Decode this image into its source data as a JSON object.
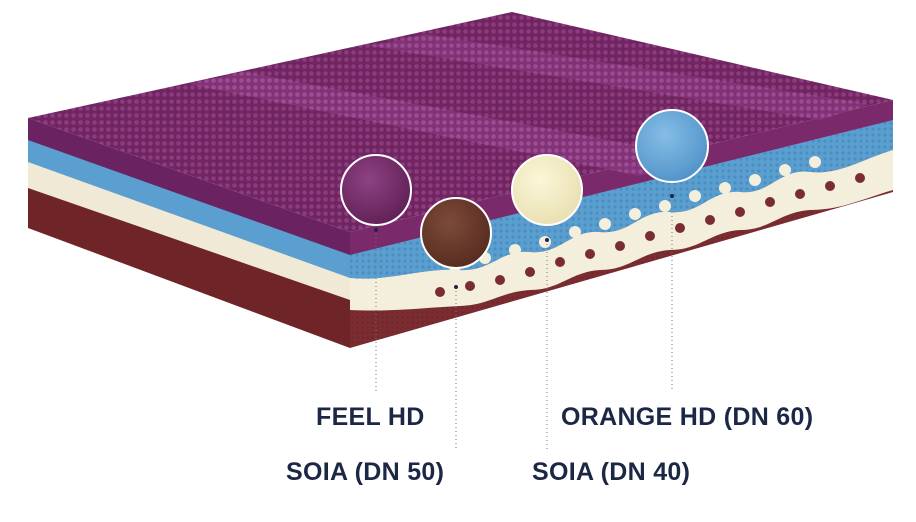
{
  "labels": {
    "feel_hd": "FEEL HD",
    "orange_hd": "ORANGE HD (DN 60)",
    "soia_50": "SOIA (DN 50)",
    "soia_40": "SOIA (DN 40)"
  },
  "colors": {
    "label_text": "#1b2745",
    "top_layer": "#7a2a66",
    "top_stripe": "#8e3a7c",
    "blue_layer": "#5a9fd0",
    "cream_layer": "#efe9d6",
    "base_layer": "#7a2c30",
    "feel_swatch": "#7a2f6a",
    "soia50_swatch": "#6a3a2c",
    "soia40_swatch": "#f3ecc6",
    "orange_swatch": "#6da9d8"
  },
  "icons": {
    "feel_swatch": "feel-hd-swatch-icon",
    "soia50_swatch": "soia-dn50-swatch-icon",
    "soia40_swatch": "soia-dn40-swatch-icon",
    "orange_swatch": "orange-hd-swatch-icon"
  }
}
